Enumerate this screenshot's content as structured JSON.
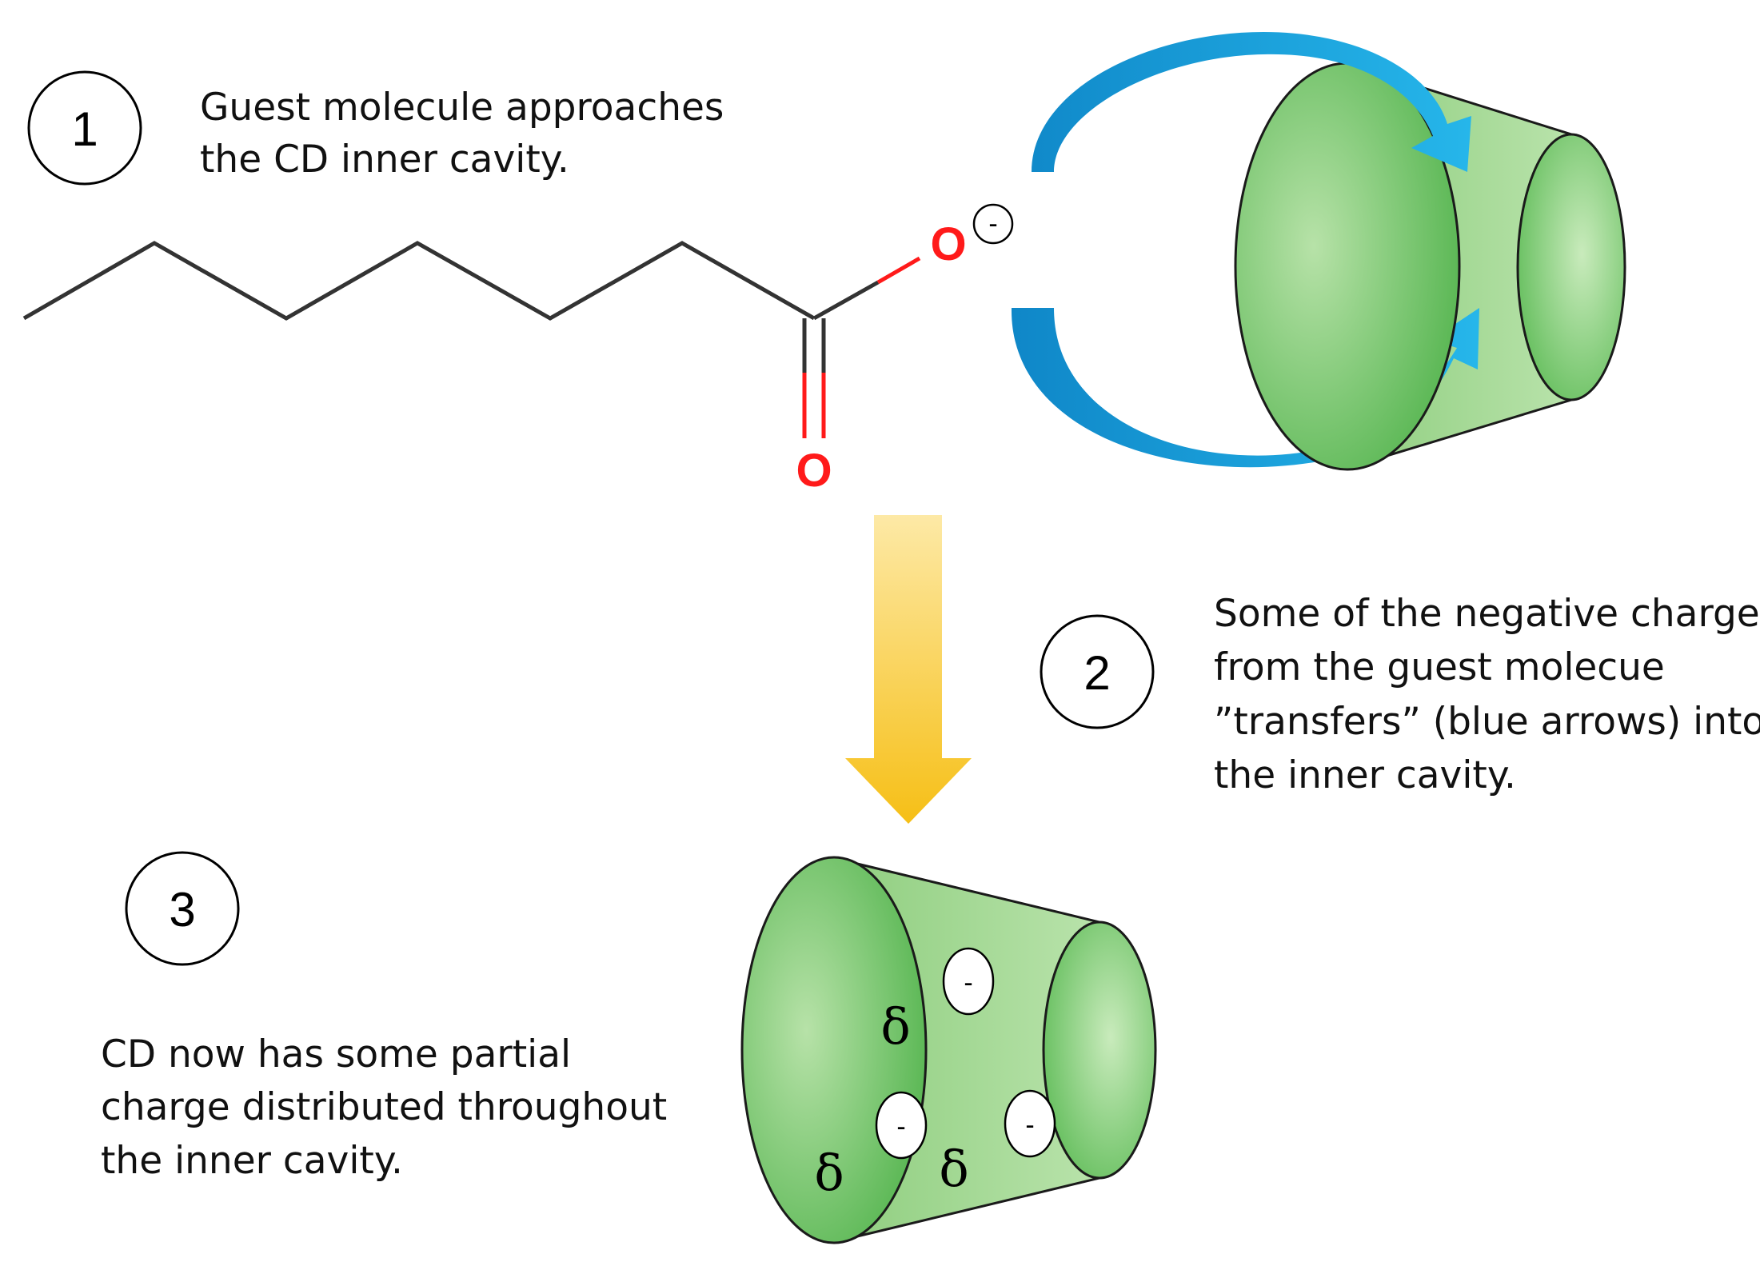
{
  "steps": [
    {
      "number": "1",
      "caption": [
        "Guest molecule approaches",
        "the CD inner cavity."
      ]
    },
    {
      "number": "2",
      "caption": [
        "Some of the negative charge",
        "from the guest molecue",
        "”transfers” (blue arrows) into",
        "the inner cavity."
      ]
    },
    {
      "number": "3",
      "caption": [
        "CD now has some partial",
        "charge distributed throughout",
        "the inner cavity."
      ]
    }
  ],
  "molecule": {
    "ether_oxygen": "O",
    "carbonyl_oxygen": "O",
    "charge": "-"
  },
  "cd_final": {
    "charges": [
      "-",
      "-",
      "-"
    ],
    "deltas": [
      "δ",
      "δ",
      "δ"
    ]
  },
  "colors": {
    "cone_fill": "#a8d99a",
    "cone_dark": "#5cb85c",
    "blue_arrow": "#1a9ad6",
    "yellow_arrow": "#f5c518",
    "oxygen": "#ff1a1a",
    "bond": "#333333"
  }
}
